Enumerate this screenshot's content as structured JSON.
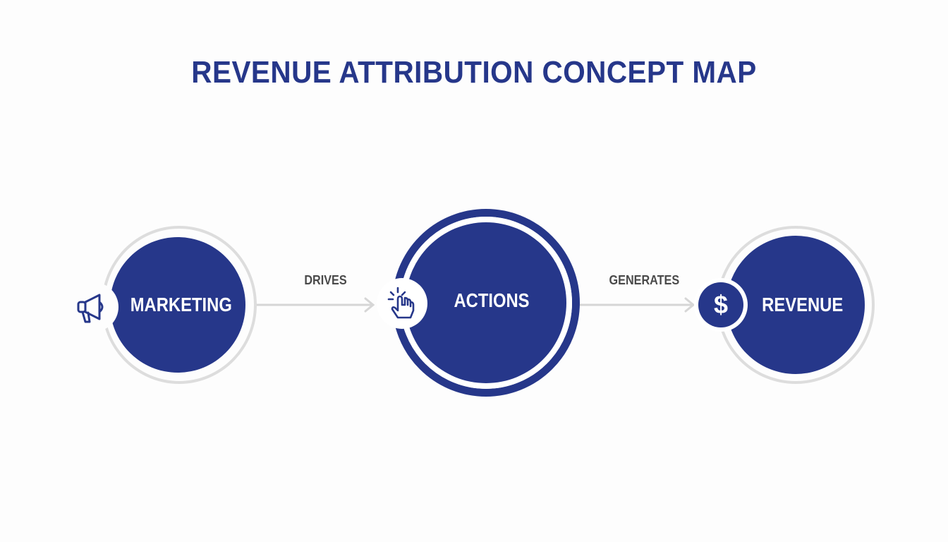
{
  "title": "REVENUE ATTRIBUTION CONCEPT MAP",
  "nodes": [
    {
      "label": "MARKETING",
      "icon": "megaphone-icon"
    },
    {
      "label": "ACTIONS",
      "icon": "pointer-click-icon"
    },
    {
      "label": "REVENUE",
      "icon": "dollar-icon",
      "icon_glyph": "$"
    }
  ],
  "edges": [
    {
      "from": "MARKETING",
      "to": "ACTIONS",
      "label": "DRIVES"
    },
    {
      "from": "ACTIONS",
      "to": "REVENUE",
      "label": "GENERATES"
    }
  ],
  "colors": {
    "primary": "#26378a",
    "ring": "#dddddd",
    "arrow": "#d6d6d6",
    "edge_text": "#4a4a4a"
  }
}
